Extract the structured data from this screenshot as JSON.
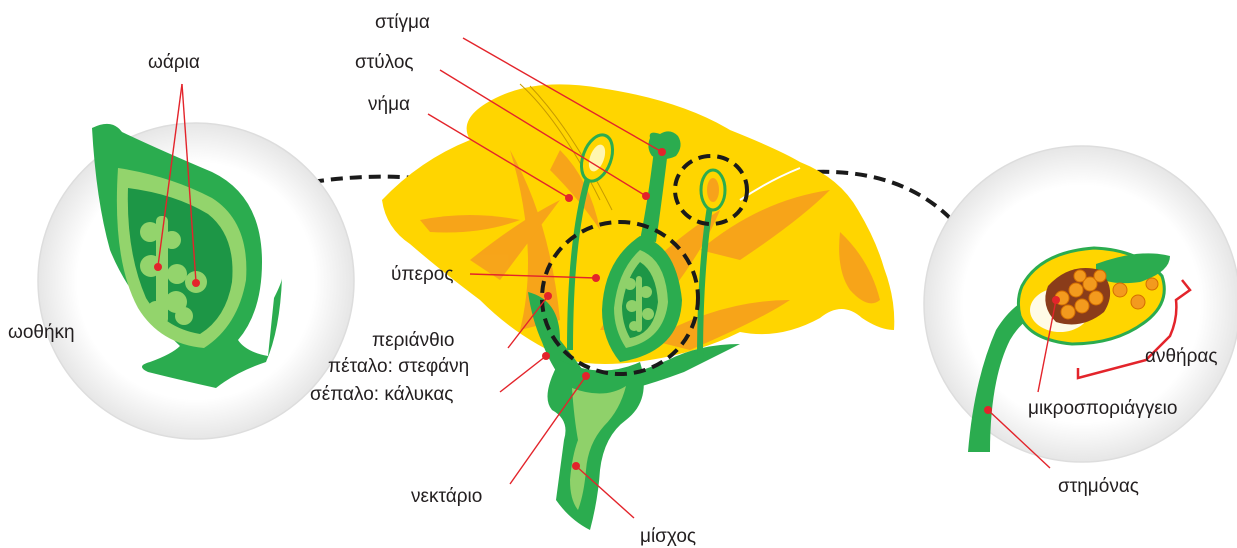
{
  "labels": {
    "ovules": "ωάρια",
    "ovary": "ωοθήκη",
    "stigma": "στίγμα",
    "style": "στύλος",
    "filament": "νήμα",
    "pistil": "ύπερος",
    "perianth": "περιάνθιο",
    "petal": "πέταλο: στεφάνη",
    "sepal": "σέπαλο: κάλυκας",
    "nectary": "νεκτάριο",
    "receptacle": "μίσχος",
    "anther": "ανθήρας",
    "microsporangium": "μικροσποριάγγειο",
    "stamen": "στημόνας"
  },
  "colors": {
    "petal_yellow": "#ffd500",
    "petal_orange": "#f7a21b",
    "green_dark": "#1fa24a",
    "green_light": "#8fd16a",
    "label_line": "#e3242b",
    "pollen": "#f39a1e"
  }
}
